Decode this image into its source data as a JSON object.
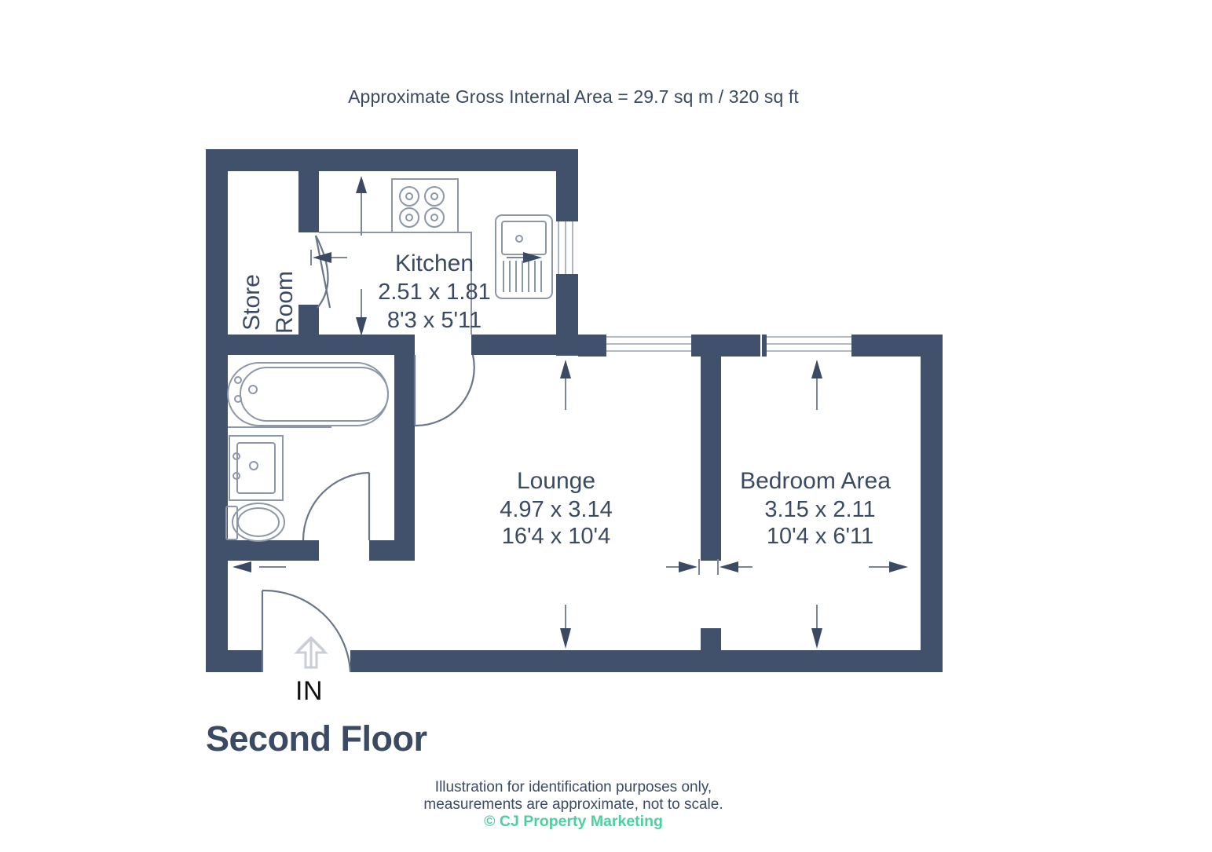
{
  "header": {
    "area_text": "Approximate Gross Internal Area = 29.7 sq m / 320 sq ft"
  },
  "title": {
    "floor_label": "Second Floor"
  },
  "entrance": {
    "in_label": "IN"
  },
  "rooms": [
    {
      "id": "store-room",
      "name_line1": "Store",
      "name_line2": "Room",
      "metric": "",
      "imperial": "",
      "orientation": "vertical"
    },
    {
      "id": "kitchen",
      "name": "Kitchen",
      "metric": "2.51 x 1.81",
      "imperial": "8'3 x 5'11"
    },
    {
      "id": "lounge",
      "name": "Lounge",
      "metric": "4.97 x 3.14",
      "imperial": "16'4 x 10'4"
    },
    {
      "id": "bedroom-area",
      "name": "Bedroom Area",
      "metric": "3.15 x 2.11",
      "imperial": "10'4 x 6'11"
    }
  ],
  "footer": {
    "line1": "Illustration for identification purposes only,",
    "line2": "measurements are approximate, not to scale.",
    "copyright": "© CJ Property Marketing"
  },
  "colors": {
    "wall": "#41506b",
    "text": "#3b4a63",
    "brand_green": "#4ecfa0",
    "fixture_stroke": "#8d97a8",
    "background": "#ffffff"
  },
  "fixtures": {
    "hob": "hob-icon",
    "sink": "sink-icon",
    "bathtub": "bathtub-icon",
    "basin": "basin-icon",
    "toilet": "toilet-icon",
    "entrance_door": "door-icon",
    "bathroom_door": "door-icon",
    "store_door": "door-icon",
    "kitchen_door": "door-icon",
    "window_top_left": "window-icon",
    "window_top_right": "window-icon",
    "window_kitchen_right": "window-icon"
  }
}
